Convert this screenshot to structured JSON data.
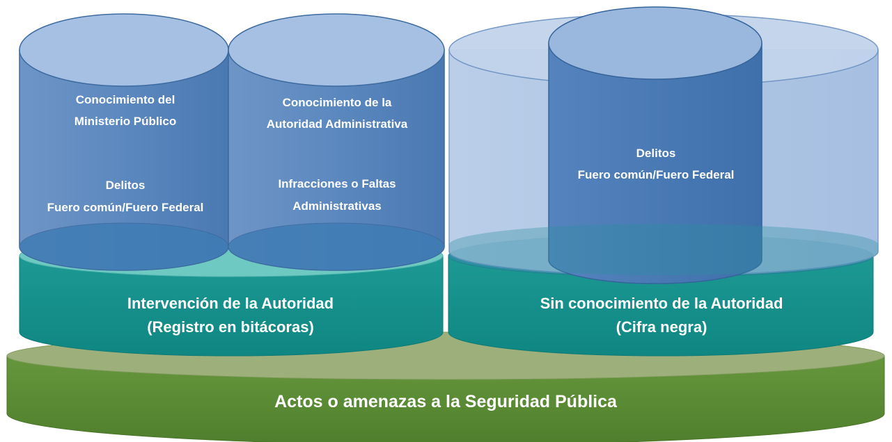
{
  "base": {
    "label": "Actos o amenazas a la Seguridad Pública"
  },
  "left_platform": {
    "line1": "Intervención de la Autoridad",
    "line2": "(Registro en bitácoras)"
  },
  "right_platform": {
    "line1": "Sin conocimiento de la Autoridad",
    "line2": "(Cifra negra)"
  },
  "cylinder_mp": {
    "title_line1": "Conocimiento del",
    "title_line2": "Ministerio Público",
    "body_line1": "Delitos",
    "body_line2": "Fuero común/Fuero Federal"
  },
  "cylinder_admin": {
    "title_line1": "Conocimiento de la",
    "title_line2": "Autoridad Administrativa",
    "body_line1": "Infracciones o Faltas",
    "body_line2": "Administrativas"
  },
  "cylinder_dark_figure": {
    "body_line1": "Delitos",
    "body_line2": "Fuero común/Fuero Federal"
  },
  "colors": {
    "base_green": "#5a8a34",
    "base_top": "#9ab07a",
    "teal": "#17918e",
    "teal_top": "#6cc8c4",
    "blue": "#5a87bd",
    "blue_light": "#9bb7dc"
  }
}
